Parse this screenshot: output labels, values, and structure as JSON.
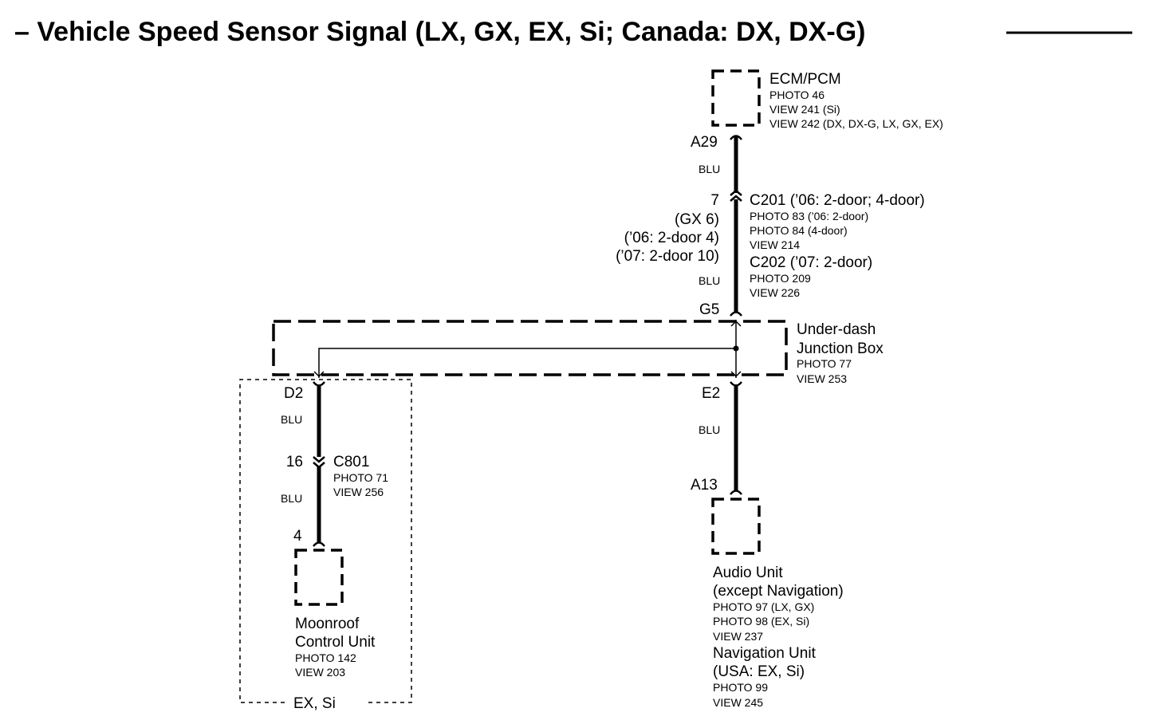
{
  "title": "– Vehicle Speed Sensor Signal (LX, GX, EX, Si; Canada: DX, DX-G)",
  "ecm": {
    "name": "ECM/PCM",
    "refs": [
      "PHOTO 46",
      "VIEW 241 (Si)",
      "VIEW 242 (DX, DX-G, LX, GX, EX)"
    ],
    "pin": "A29"
  },
  "wire_colors": {
    "w1": "BLU",
    "w2": "BLU",
    "w3": "BLU",
    "w4": "BLU",
    "w5": "BLU"
  },
  "c201": {
    "pin": "7",
    "alt_pins": [
      "(GX 6)",
      "(’06: 2-door 4)",
      "(’07: 2-door 10)"
    ],
    "name": "C201 (’06: 2-door; 4-door)",
    "refs": [
      "PHOTO 83 (’06: 2-door)",
      "PHOTO 84 (4-door)",
      "VIEW 214"
    ]
  },
  "c202": {
    "name": "C202 (’07: 2-door)",
    "refs": [
      "PHOTO 209",
      "VIEW 226"
    ]
  },
  "junction_box": {
    "name_lines": [
      "Under-dash",
      "Junction Box"
    ],
    "refs": [
      "PHOTO 77",
      "VIEW 253"
    ],
    "pin_in": "G5",
    "pin_out_left": "D2",
    "pin_out_right": "E2"
  },
  "c801": {
    "pin": "16",
    "name": "C801",
    "refs": [
      "PHOTO 71",
      "VIEW 256"
    ]
  },
  "moonroof": {
    "pin": "4",
    "name_lines": [
      "Moonroof",
      "Control Unit"
    ],
    "refs": [
      "PHOTO 142",
      "VIEW 203"
    ]
  },
  "option_label": "EX, Si",
  "audio": {
    "pin": "A13",
    "name_lines": [
      "Audio Unit",
      "(except Navigation)"
    ],
    "refs": [
      "PHOTO 97 (LX, GX)",
      "PHOTO 98 (EX, Si)",
      "VIEW 237"
    ],
    "nav_lines": [
      "Navigation Unit",
      "(USA: EX, Si)"
    ],
    "nav_refs": [
      "PHOTO 99",
      "VIEW 245"
    ]
  }
}
